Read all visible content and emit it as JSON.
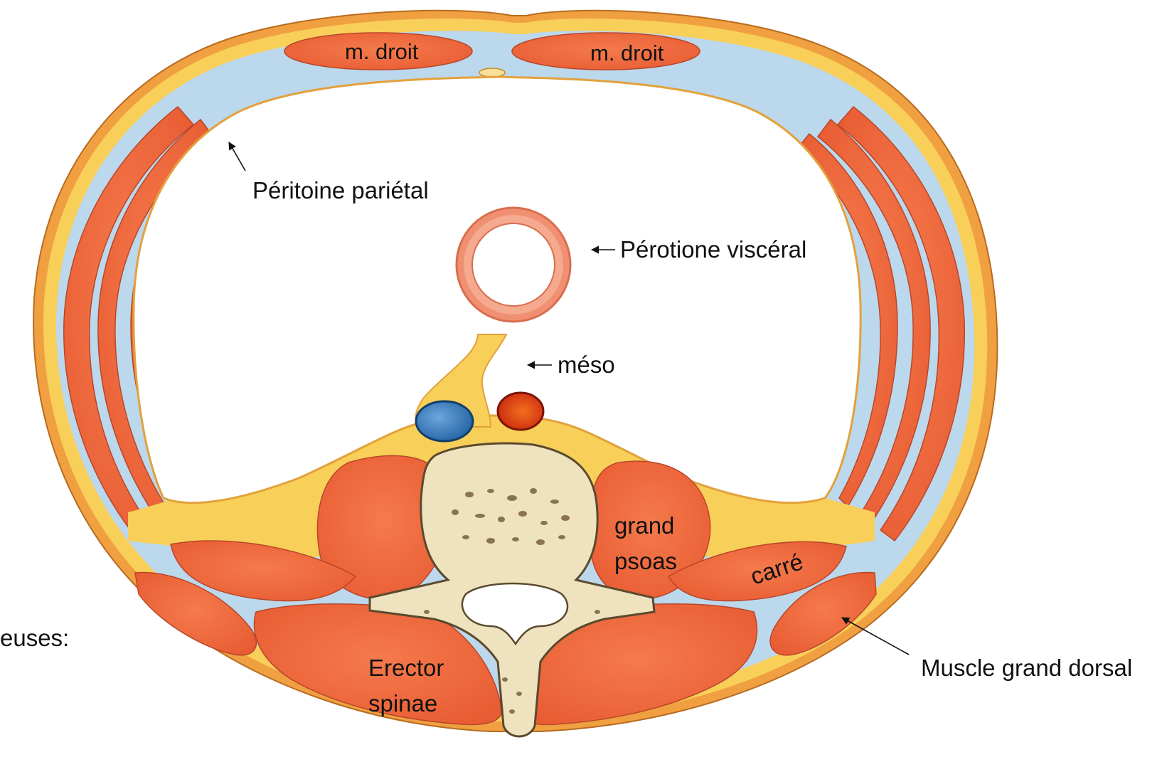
{
  "labels": {
    "m_droit_left": "m. droit",
    "m_droit_right": "m. droit",
    "peritoine_parietal": "Péritoine pariétal",
    "peritoine_visceral": "Pérotione viscéral",
    "meso": "méso",
    "grand_psoas_line1": "grand",
    "grand_psoas_line2": "psoas",
    "carre": "carré",
    "erector_line1": "Erector",
    "erector_line2": "spinae",
    "grand_dorsal": "Muscle grand dorsal",
    "cut_left": "euses:"
  },
  "colors": {
    "muscle": "#ef6a3e",
    "fat": "#f8cf58",
    "fascia": "#bcd8ec",
    "bone": "#efe3bf",
    "vein": "#2d74b7",
    "artery": "#d8361a",
    "peritoneum_line": "#e3a13c"
  }
}
